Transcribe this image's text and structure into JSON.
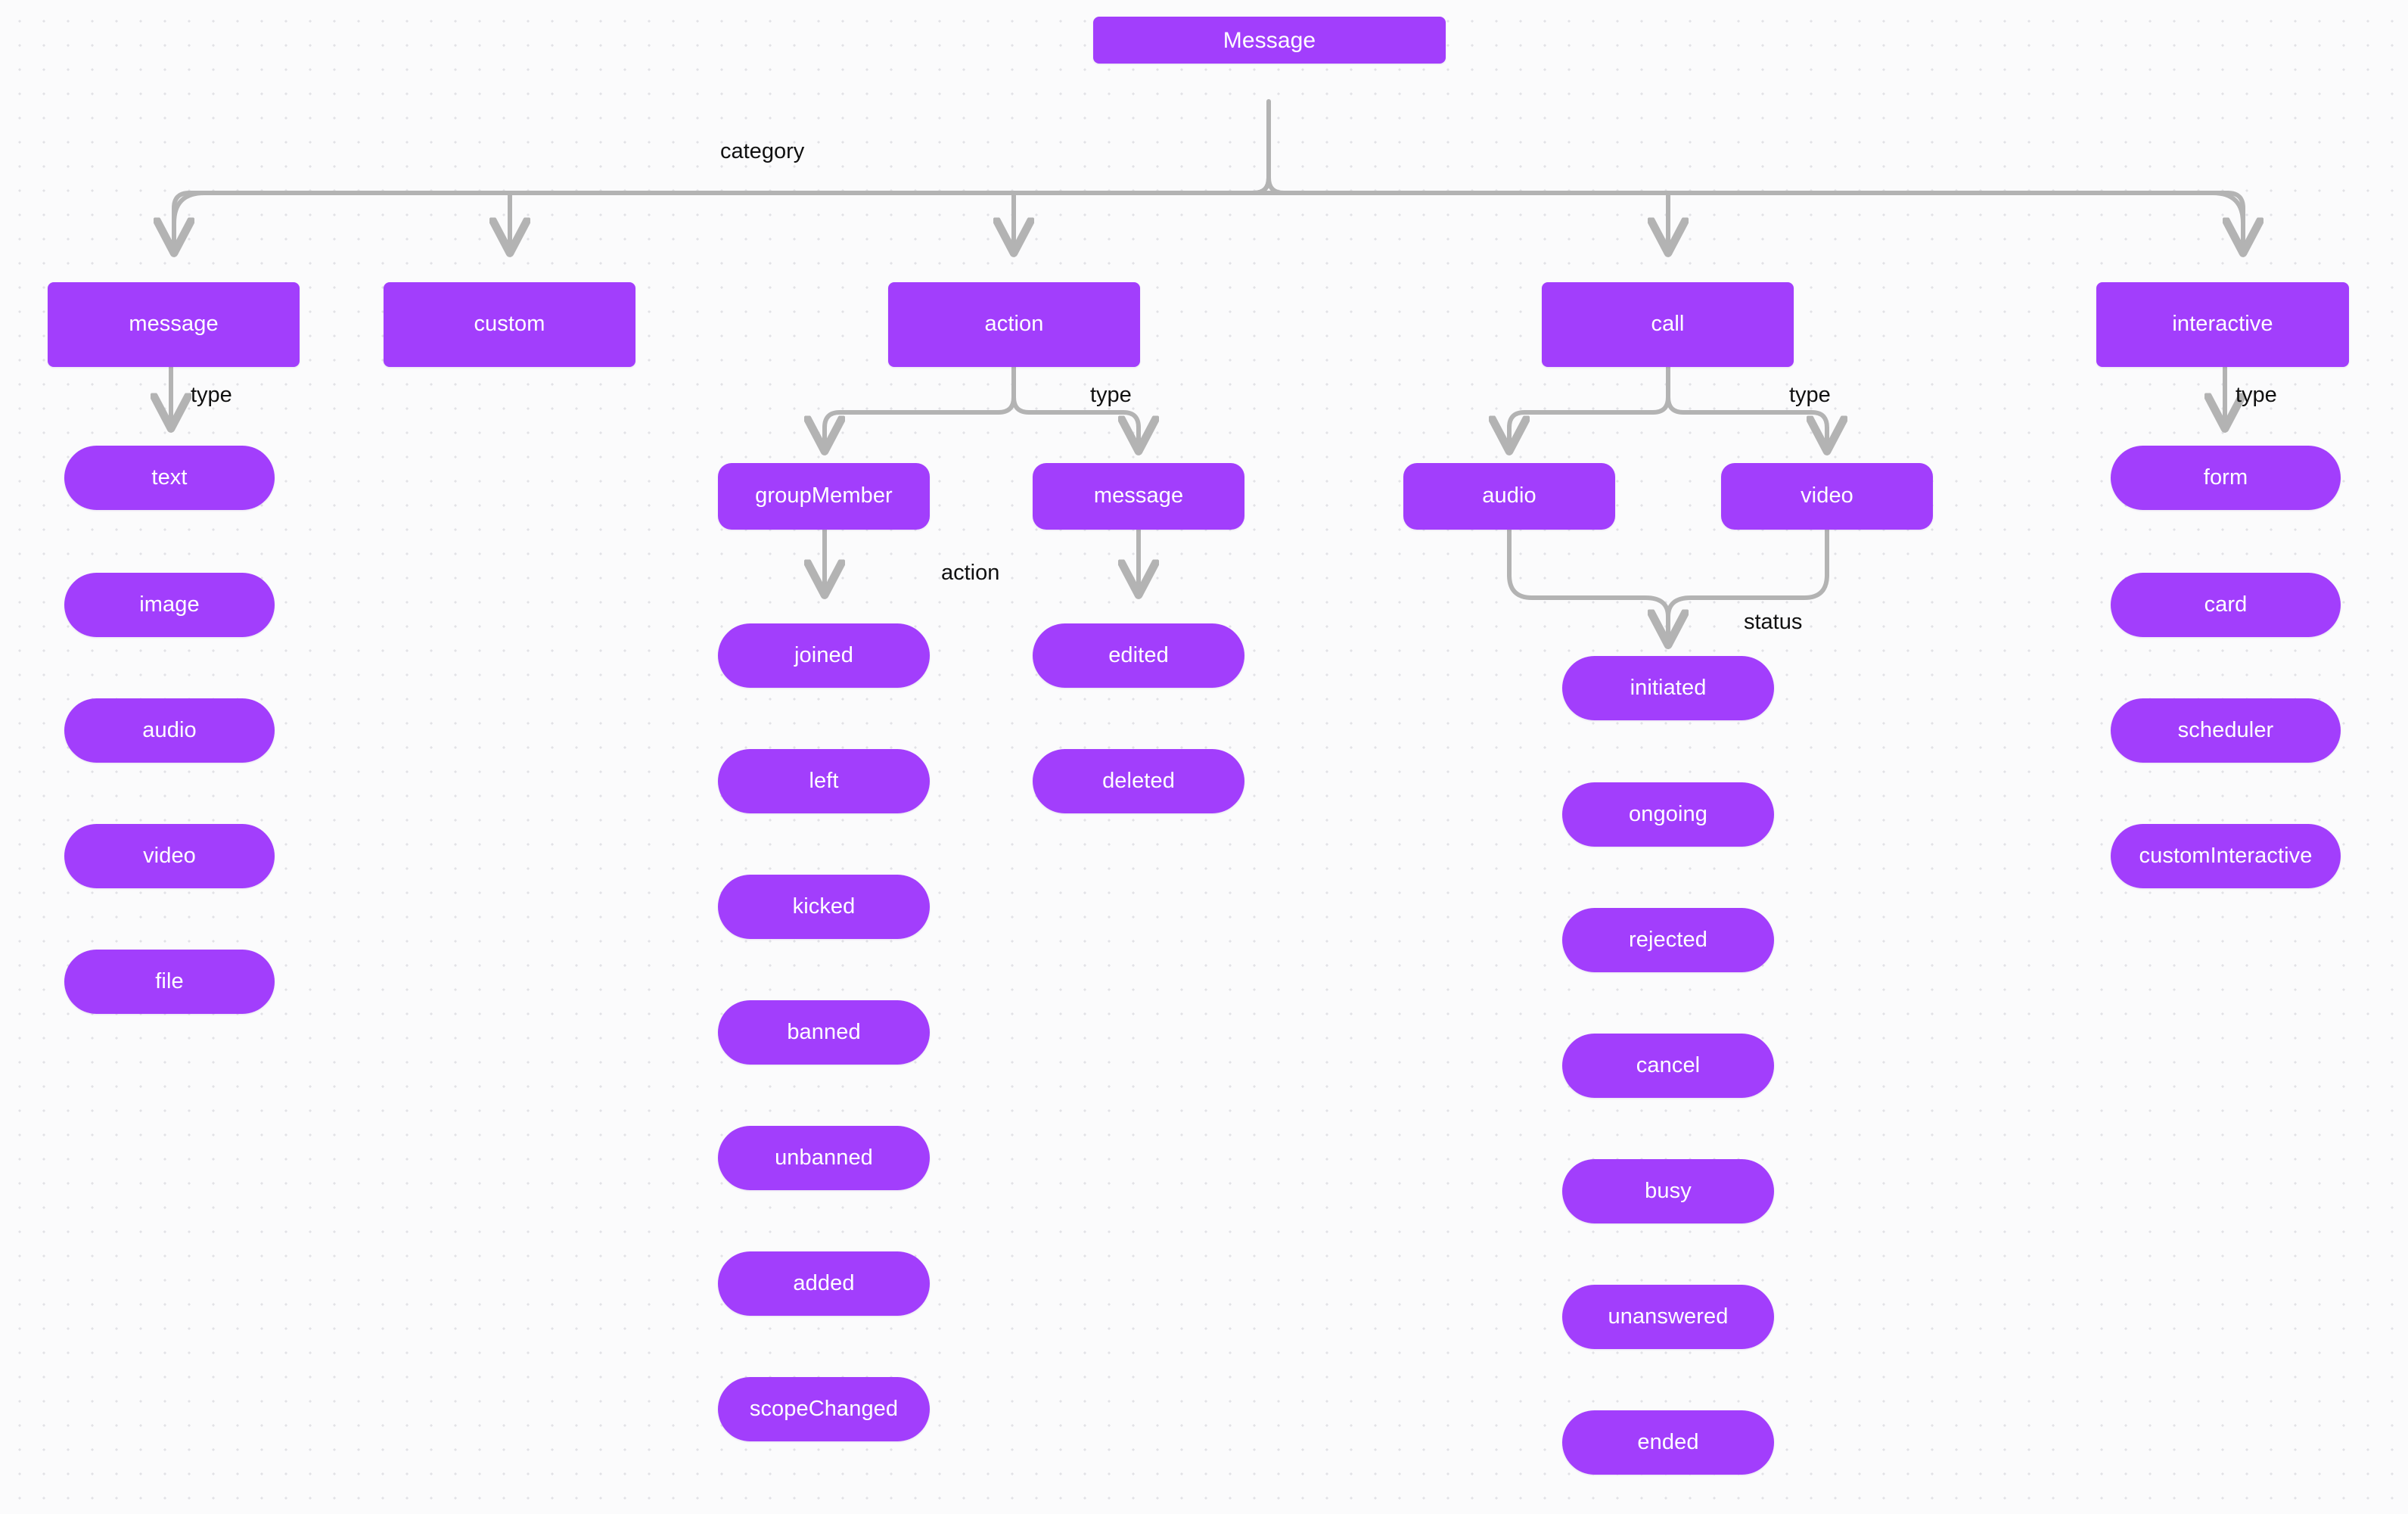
{
  "diagram": {
    "title": "Message",
    "theme": {
      "node_fill": "#a23efc",
      "node_text": "#ffffff",
      "edge_color": "#b3b3b3",
      "label_text": "#101010",
      "background": "#fbfbfc",
      "dot_color": "#e2e2e6"
    },
    "root": {
      "label": "Message"
    },
    "edge_labels": {
      "category": "category",
      "type_message": "type",
      "type_action": "type",
      "type_call": "type",
      "type_interactive": "type",
      "action": "action",
      "status": "status"
    },
    "categories": [
      {
        "id": "message",
        "label": "message"
      },
      {
        "id": "custom",
        "label": "custom"
      },
      {
        "id": "action",
        "label": "action"
      },
      {
        "id": "call",
        "label": "call"
      },
      {
        "id": "interactive",
        "label": "interactive"
      }
    ],
    "message_types": [
      {
        "label": "text"
      },
      {
        "label": "image"
      },
      {
        "label": "audio"
      },
      {
        "label": "video"
      },
      {
        "label": "file"
      }
    ],
    "action_types": [
      {
        "label": "groupMember"
      },
      {
        "label": "message"
      }
    ],
    "group_member_actions": [
      {
        "label": "joined"
      },
      {
        "label": "left"
      },
      {
        "label": "kicked"
      },
      {
        "label": "banned"
      },
      {
        "label": "unbanned"
      },
      {
        "label": "added"
      },
      {
        "label": "scopeChanged"
      }
    ],
    "message_actions": [
      {
        "label": "edited"
      },
      {
        "label": "deleted"
      }
    ],
    "call_types": [
      {
        "label": "audio"
      },
      {
        "label": "video"
      }
    ],
    "call_statuses": [
      {
        "label": "initiated"
      },
      {
        "label": "ongoing"
      },
      {
        "label": "rejected"
      },
      {
        "label": "cancel"
      },
      {
        "label": "busy"
      },
      {
        "label": "unanswered"
      },
      {
        "label": "ended"
      }
    ],
    "interactive_types": [
      {
        "label": "form"
      },
      {
        "label": "card"
      },
      {
        "label": "scheduler"
      },
      {
        "label": "customInteractive"
      }
    ]
  }
}
